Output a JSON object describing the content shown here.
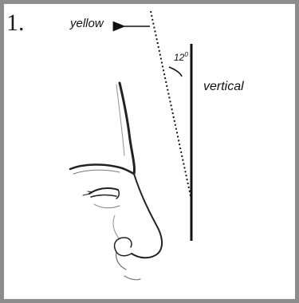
{
  "figure": {
    "number": "1.",
    "arrow_label": "yellow",
    "vertical_label": "vertical",
    "angle_value": "12",
    "angle_unit": "0"
  },
  "colors": {
    "frame": "#8c8c8c",
    "ink": "#111111"
  }
}
